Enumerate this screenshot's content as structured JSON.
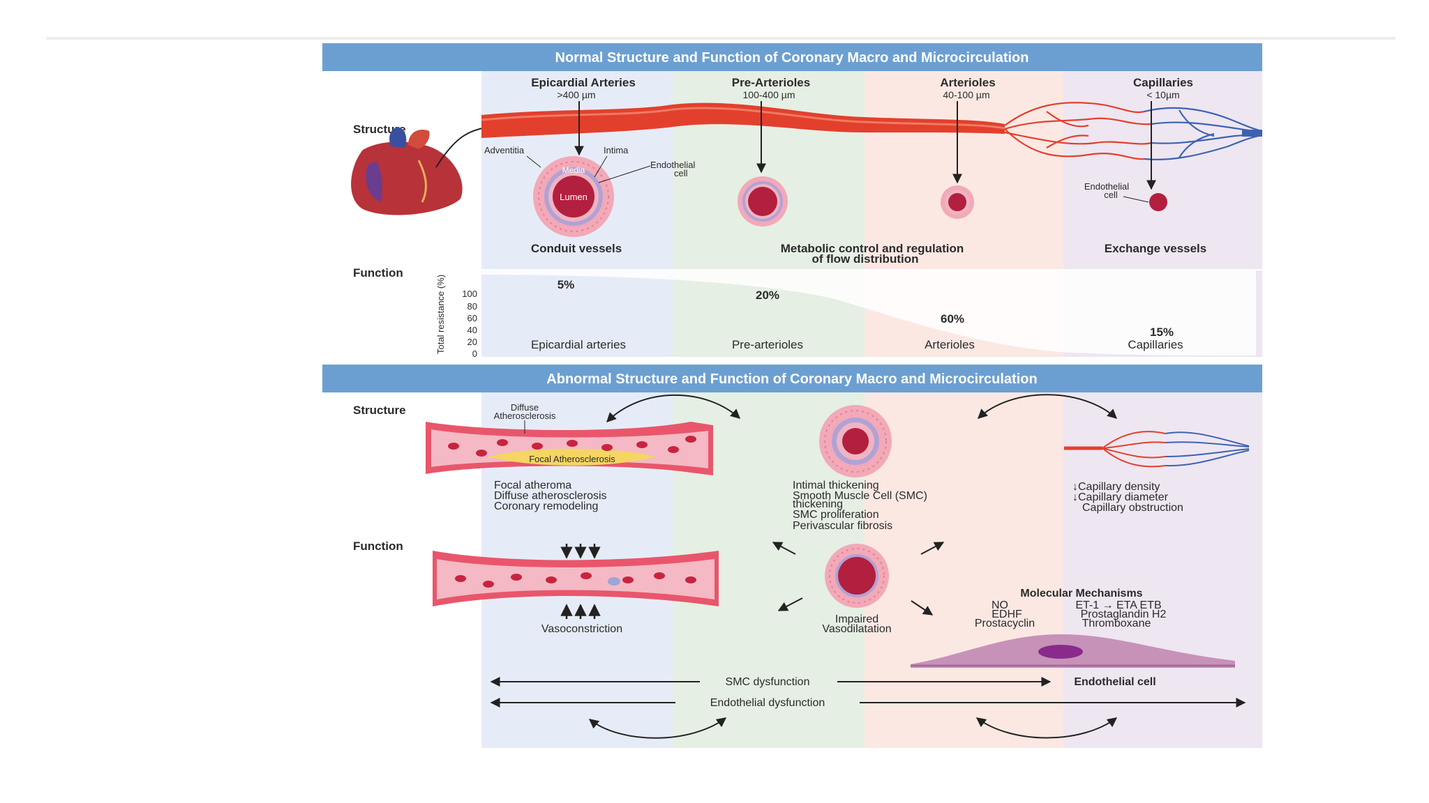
{
  "normal": {
    "header": "Normal Structure and Function of Coronary Macro and Microcirculation",
    "structure_label": "Structure",
    "function_label": "Function",
    "columns": [
      {
        "title": "Epicardial Arteries",
        "size": ">400 µm"
      },
      {
        "title": "Pre-Arterioles",
        "size": "100-400 µm"
      },
      {
        "title": "Arterioles",
        "size": "40-100 µm"
      },
      {
        "title": "Capillaries",
        "size": "< 10µm"
      }
    ],
    "vessel_labels": {
      "adventitia": "Adventitia",
      "intima": "Intima",
      "media": "Media",
      "endothelial_line1": "Endothelial",
      "endothelial_line2": "cell",
      "lumen": "Lumen",
      "cap_endothelial_line1": "Endothelial",
      "cap_endothelial_line2": "cell"
    },
    "roles": {
      "conduit": "Conduit vessels",
      "metabolic_line1": "Metabolic control and regulation",
      "metabolic_line2": "of flow distribution",
      "exchange": "Exchange vessels"
    }
  },
  "chart_data": {
    "type": "area",
    "ylabel": "Total resistance (%)",
    "yticks": [
      "100",
      "80",
      "60",
      "40",
      "20",
      "0"
    ],
    "categories": [
      "Epicardial arteries",
      "Pre-arterioles",
      "Arterioles",
      "Capillaries"
    ],
    "labels": [
      "5%",
      "20%",
      "60%",
      "15%"
    ]
  },
  "abnormal": {
    "header": "Abnormal Structure and Function of Coronary Macro and Microcirculation",
    "structure_label": "Structure",
    "function_label": "Function",
    "diffuse_line1": "Diffuse",
    "diffuse_line2": "Atherosclerosis",
    "focal_label": "Focal Atherosclerosis",
    "macro_list": [
      "Focal atheroma",
      "Diffuse atherosclerosis",
      "Coronary remodeling"
    ],
    "micro_list": [
      "Intimal thickening",
      "Smooth Muscle Cell (SMC)",
      "thickening",
      "SMC proliferation",
      "Perivascular fibrosis"
    ],
    "capillary_list": [
      "↓Capillary density",
      "↓Capillary diameter",
      "Capillary obstruction"
    ],
    "vasoconstriction": "Vasoconstriction",
    "impaired_line1": "Impaired",
    "impaired_line2": "Vasodilatation",
    "molecular_title": "Molecular Mechanisms",
    "molecular_left": [
      "NO",
      "EDHF",
      "Prostacyclin"
    ],
    "molecular_right": [
      "ET-1 → ETA  ETB",
      "Prostaglandin H2",
      "Thromboxane"
    ],
    "smc_dysfunction": "SMC dysfunction",
    "endothelial_cell": "Endothelial cell",
    "endothelial_dysfunction": "Endothelial dysfunction"
  },
  "colors": {
    "header_bg": "#6c9fd1",
    "col_blue": "#e6ecf7",
    "col_green": "#e6efe4",
    "col_pink": "#fbe8e3",
    "col_purple": "#eee6f1",
    "artery": "#e2402d",
    "vein": "#3d63b0",
    "vessel_ring": "#f2a9b8",
    "lumen": "#b31f3e"
  }
}
